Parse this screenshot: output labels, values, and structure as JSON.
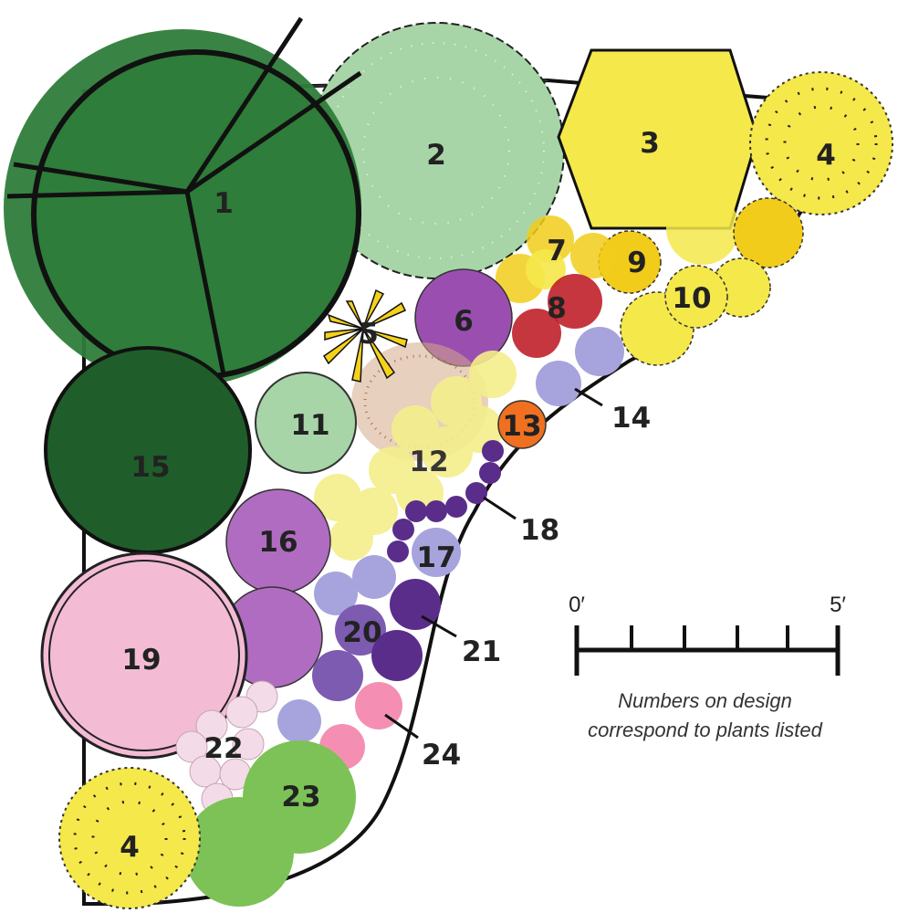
{
  "labels": {
    "p1": "1",
    "p2": "2",
    "p3": "3",
    "p4a": "4",
    "p4b": "4",
    "p5": "5",
    "p6": "6",
    "p7": "7",
    "p8": "8",
    "p9": "9",
    "p10": "10",
    "p11": "11",
    "p12": "12",
    "p13": "13",
    "p14": "14",
    "p15": "15",
    "p16": "16",
    "p17": "17",
    "p18": "18",
    "p19": "19",
    "p20": "20",
    "p21": "21",
    "p22": "22",
    "p23": "23",
    "p24": "24"
  },
  "scale": {
    "start": "0′",
    "end": "5′"
  },
  "note": {
    "line1": "Numbers on design",
    "line2": "correspond to plants listed"
  },
  "colors": {
    "tree_dark": "#2e7d3a",
    "tree_darker": "#1f5e2a",
    "light_green": "#a8d5a8",
    "yellow": "#f5e84a",
    "gold": "#f2cc1a",
    "purple": "#9a4fb0",
    "mauve": "#b06cc0",
    "lavender": "#a7a3dc",
    "deep_purple": "#5a2d8a",
    "red": "#c0202a",
    "orange": "#f07020",
    "pink": "#f3bcd4",
    "hot_pink": "#f06a9a",
    "pale_pink": "#f3dbe7",
    "apple_green": "#7cc256"
  }
}
